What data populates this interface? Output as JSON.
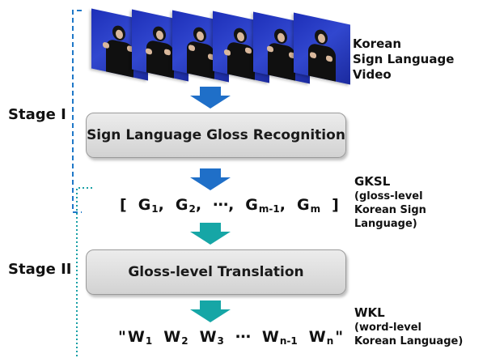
{
  "stages": {
    "stage1": "Stage I",
    "stage2": "Stage II"
  },
  "video": {
    "label_lines": [
      "Korean",
      "Sign Language",
      "Video"
    ],
    "frame_count": 6
  },
  "boxes": {
    "recognition": "Sign Language Gloss Recognition",
    "translation": "Gloss-level Translation"
  },
  "gloss_sequence": {
    "open": "[",
    "close": "]",
    "tokens": [
      {
        "base": "G",
        "sub": "1",
        "sep": ","
      },
      {
        "base": "G",
        "sub": "2",
        "sep": ","
      },
      {
        "base": "⋯",
        "sub": "",
        "sep": ","
      },
      {
        "base": "G",
        "sub": "m-1",
        "sep": ","
      },
      {
        "base": "G",
        "sub": "m",
        "sep": ""
      }
    ]
  },
  "word_sequence": {
    "open": "\"",
    "close": "\"",
    "tokens": [
      {
        "base": "W",
        "sub": "1",
        "sep": ""
      },
      {
        "base": "W",
        "sub": "2",
        "sep": ""
      },
      {
        "base": "W",
        "sub": "3",
        "sep": ""
      },
      {
        "base": "⋯",
        "sub": "",
        "sep": ""
      },
      {
        "base": "W",
        "sub": "n-1",
        "sep": ""
      },
      {
        "base": "W",
        "sub": "n",
        "sep": ""
      }
    ]
  },
  "outputs": {
    "gksl": {
      "title": "GKSL",
      "desc_lines": [
        "(gloss-level",
        "Korean Sign Language)"
      ]
    },
    "wkl": {
      "title": "WKL",
      "desc_lines": [
        "(word-level",
        "Korean Language)"
      ]
    }
  },
  "colors": {
    "arrow_stage1": "#1f6fc8",
    "arrow_stage2": "#16a6a6",
    "bracket_stage1": "#1f78c8",
    "bracket_stage2": "#1aa0a6"
  }
}
